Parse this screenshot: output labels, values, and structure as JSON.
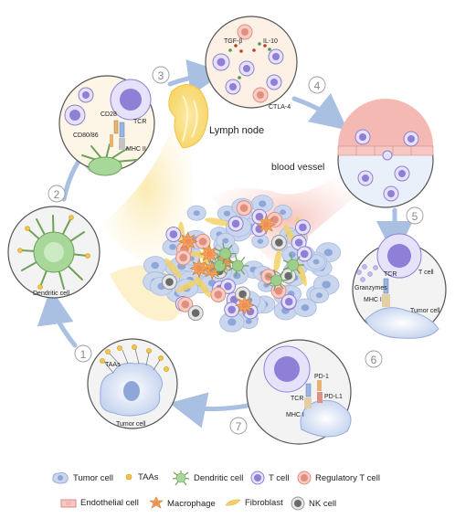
{
  "steps": [
    "1",
    "2",
    "3",
    "4",
    "5",
    "6",
    "7"
  ],
  "labels": {
    "lymph_node": "Lymph node",
    "blood_vessel": "blood vessel",
    "taas": "TAAs",
    "tumor_cell": "Tumor cell",
    "dendritic_cell": "Dendritic cell",
    "cd28": "CD28",
    "tcr": "TCR",
    "cd80_86": "CD80/86",
    "mhc_ii": "MHC II",
    "tgf_b": "TGF-β",
    "il_10": "IL-10",
    "ctla_4": "CTLA-4",
    "t_cell": "T cell",
    "granzymes": "Granzymes",
    "mhc_i": "MHC I",
    "pd_1": "PD-1",
    "pd_l1": "PD-L1"
  },
  "legend": [
    {
      "key": "tumor",
      "label": "Tumor cell"
    },
    {
      "key": "taas",
      "label": "TAAs"
    },
    {
      "key": "dendritic",
      "label": "Dendritic cell"
    },
    {
      "key": "tcell",
      "label": "T cell"
    },
    {
      "key": "treg",
      "label": "Regulatory T cell"
    },
    {
      "key": "endo",
      "label": "Endothelial cell"
    },
    {
      "key": "macro",
      "label": "Macrophage"
    },
    {
      "key": "fibro",
      "label": "Fibroblast"
    },
    {
      "key": "nk",
      "label": "NK cell"
    }
  ],
  "colors": {
    "tumor": "#c9d6ee",
    "tcell": "#8f7fd6",
    "treg": "#e38f80",
    "macro": "#f4a25a",
    "dendritic": "#9ccf8a",
    "nk": "#6a6a6a",
    "fibro": "#f2d266",
    "arrow": "#a9c0e2",
    "vessel": "#f2a6a0"
  }
}
